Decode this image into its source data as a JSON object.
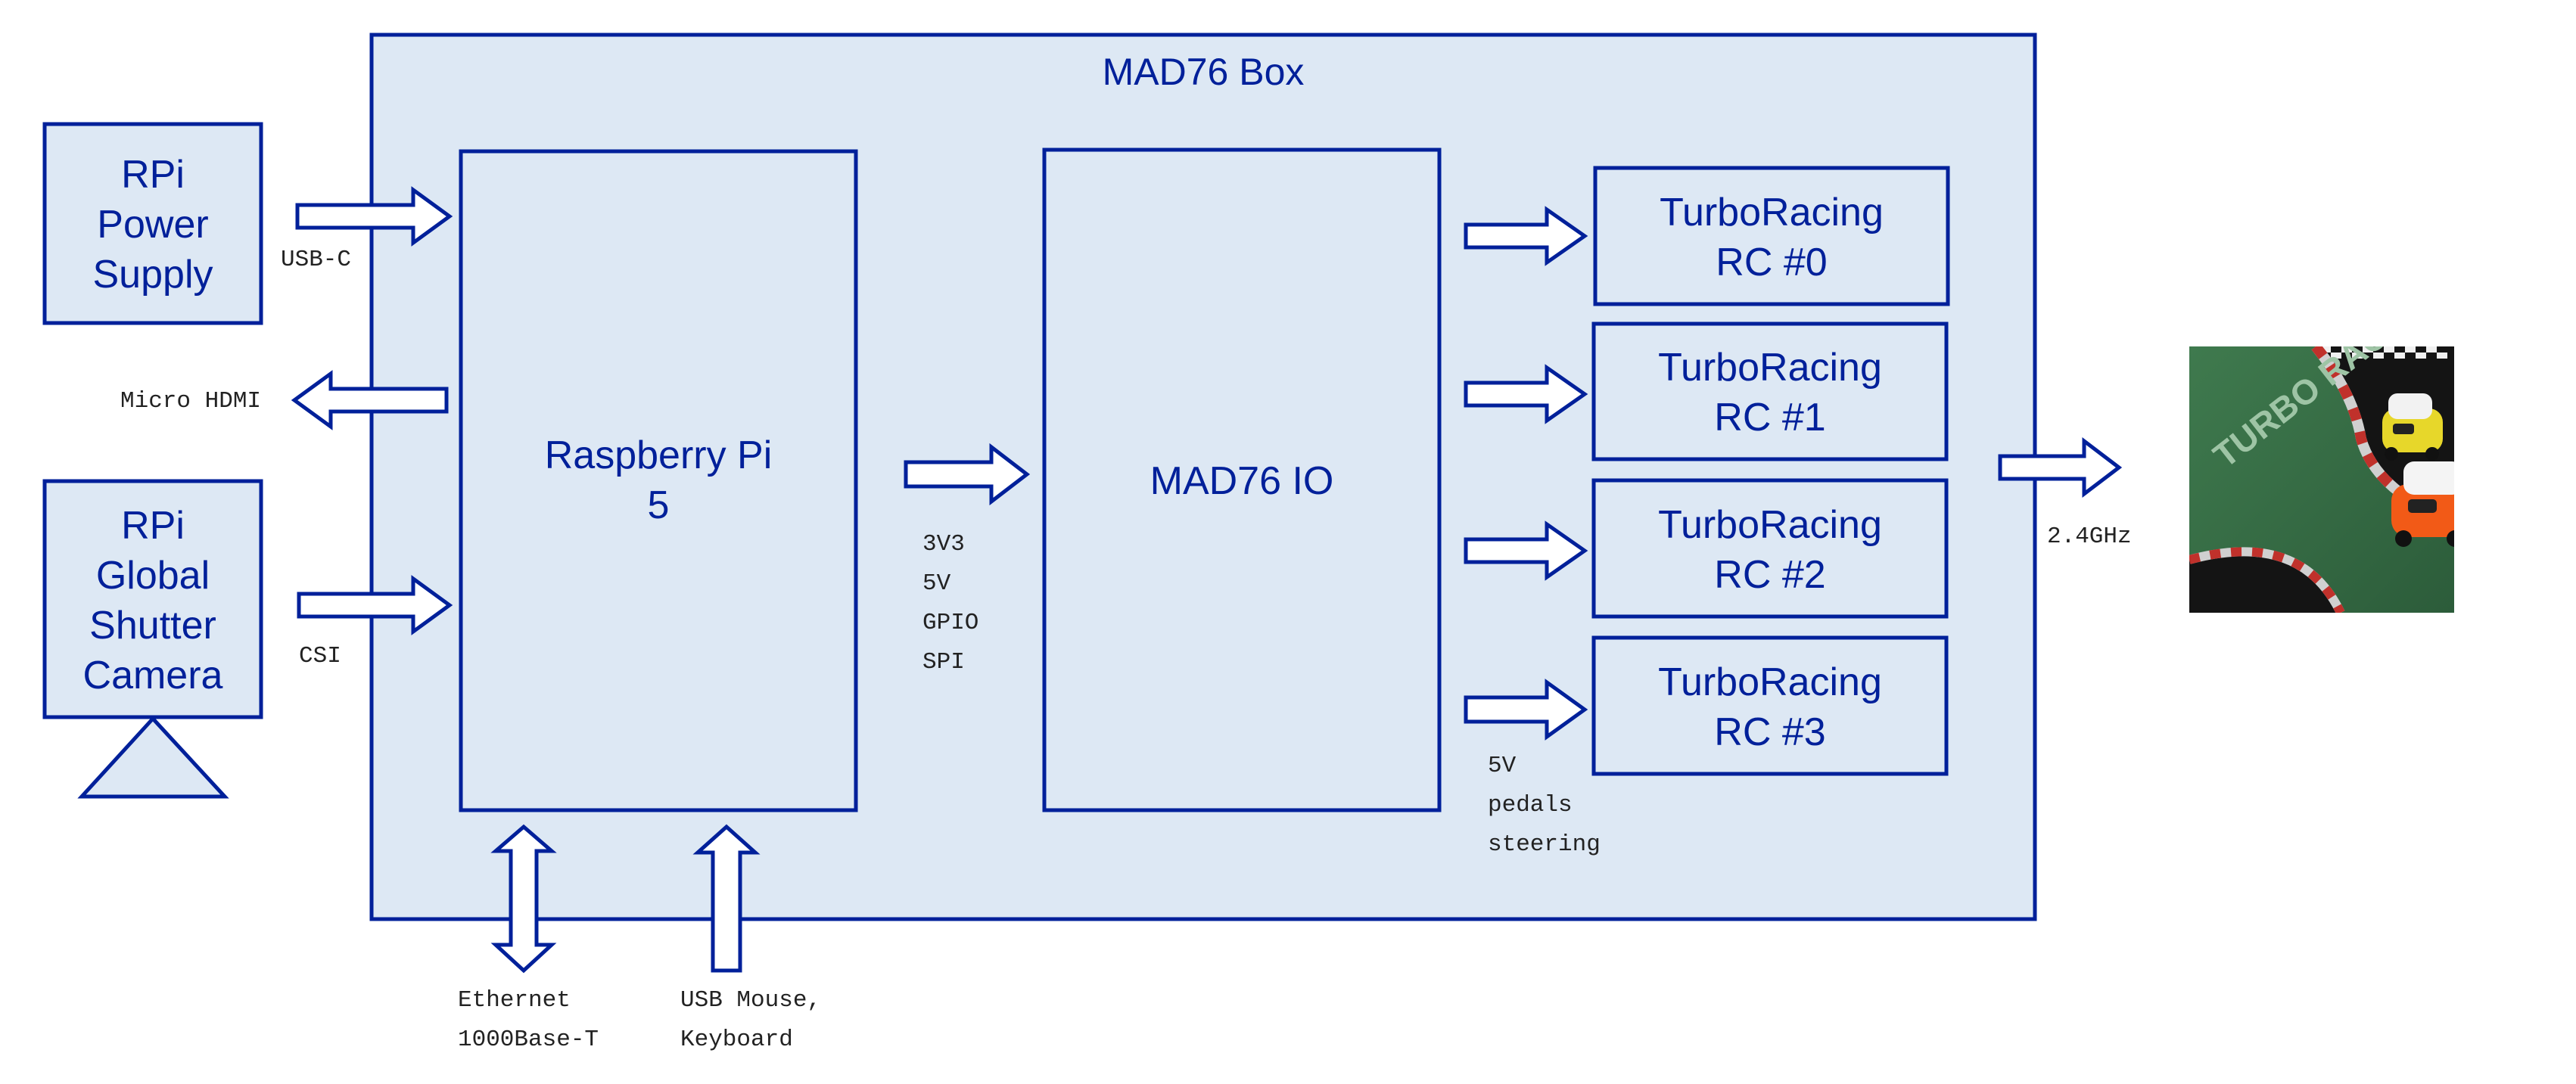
{
  "colors": {
    "stroke": "#00209a",
    "fill": "#dde8f4",
    "text_dark": "#00209a",
    "label": "#222222"
  },
  "box": {
    "title": "MAD76 Box"
  },
  "power_supply": {
    "line1": "RPi",
    "line2": "Power",
    "line3": "Supply"
  },
  "camera": {
    "line1": "RPi",
    "line2": "Global",
    "line3": "Shutter",
    "line4": "Camera"
  },
  "raspberry_pi": {
    "line1": "Raspberry Pi",
    "line2": "5"
  },
  "mad76_io": {
    "label": "MAD76 IO"
  },
  "rc_units": [
    {
      "line1": "TurboRacing",
      "line2": "RC #0"
    },
    {
      "line1": "TurboRacing",
      "line2": "RC #1"
    },
    {
      "line1": "TurboRacing",
      "line2": "RC #2"
    },
    {
      "line1": "TurboRacing",
      "line2": "RC #3"
    }
  ],
  "labels": {
    "usbc": "USB-C",
    "hdmi": "Micro HDMI",
    "csi": "CSI",
    "pi_io_1": "3V3",
    "pi_io_2": "5V",
    "pi_io_3": "GPIO",
    "pi_io_4": "SPI",
    "rc_io_1": "5V",
    "rc_io_2": "pedals",
    "rc_io_3": "steering",
    "ethernet_1": "Ethernet",
    "ethernet_2": "1000Base-T",
    "usb_1": "USB Mouse,",
    "usb_2": "Keyboard",
    "radio": "2.4GHz"
  },
  "photo": {
    "subject": "rc-cars-on-race-track",
    "banner_text": "TURBO RACING"
  }
}
